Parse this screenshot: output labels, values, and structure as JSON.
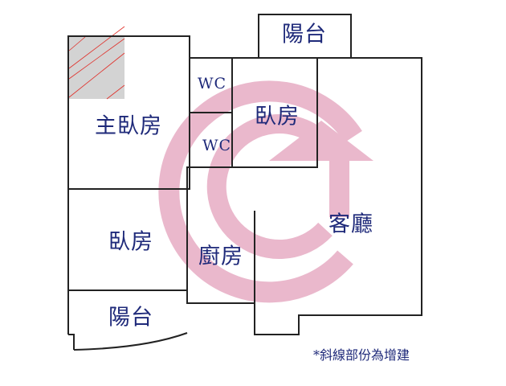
{
  "rooms": {
    "master_bedroom": "主臥房",
    "wc_upper": "WC",
    "wc_lower": "WC",
    "bedroom_upper": "臥房",
    "bedroom_left": "臥房",
    "balcony_top": "陽台",
    "balcony_bottom": "陽台",
    "kitchen": "廚房",
    "living_room": "客廳"
  },
  "note": "*斜線部份為增建",
  "colors": {
    "wall": "#222222",
    "text": "#1f2a7a",
    "watermark": "#eab8cc",
    "hatch_fill": "#d3d3d3",
    "hatch_line": "#e0302a"
  }
}
